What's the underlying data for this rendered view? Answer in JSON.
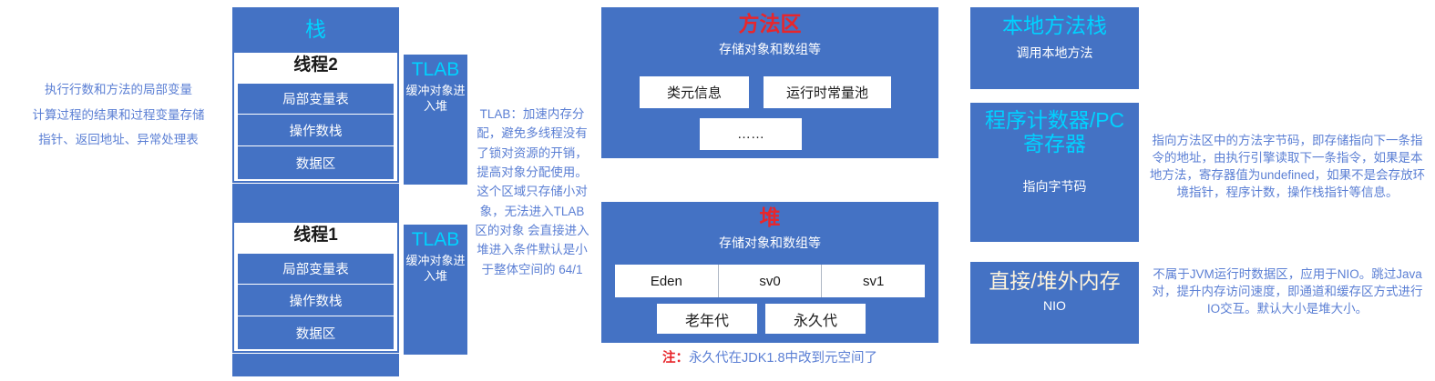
{
  "left_note": {
    "lines": [
      "执行行数和方法的局部变量",
      "计算过程的结果和过程变量存储",
      "指针、返回地址、异常处理表"
    ]
  },
  "stack": {
    "title": "栈",
    "threads": [
      {
        "name": "线程2",
        "frames": [
          "局部变量表",
          "操作数栈",
          "数据区"
        ],
        "tlab": {
          "title": "TLAB",
          "sub": "缓冲对象进入堆"
        }
      },
      {
        "name": "线程1",
        "frames": [
          "局部变量表",
          "操作数栈",
          "数据区"
        ],
        "tlab": {
          "title": "TLAB",
          "sub": "缓冲对象进入堆"
        }
      }
    ]
  },
  "tlab_note": {
    "text": "TLAB：加速内存分配，避免多线程没有了锁对资源的开销，提高对象分配使用。这个区域只存储小对象，无法进入TLAB区的对象 会直接进入堆进入条件默认是小于整体空间的 64/1"
  },
  "method_area": {
    "title": "方法区",
    "subtitle": "存储对象和数组等",
    "chips_row1": [
      "类元信息",
      "运行时常量池"
    ],
    "chips_row2": [
      "……"
    ]
  },
  "heap": {
    "title": "堆",
    "subtitle": "存储对象和数组等",
    "young_gen": [
      "Eden",
      "sv0",
      "sv1"
    ],
    "other_gen": [
      "老年代",
      "永久代"
    ],
    "footnote_label": "注：",
    "footnote_text": "永久代在JDK1.8中改到元空间了"
  },
  "native_stack": {
    "title": "本地方法栈",
    "subtitle": "调用本地方法"
  },
  "pc_register": {
    "title": "程序计数器/PC寄存器",
    "subtitle": "指向字节码"
  },
  "pc_note": {
    "text": "指向方法区中的方法字节码，即存储指向下一条指令的地址，由执行引擎读取下一条指令，如果是本地方法，寄存器值为undefined，如果不是会存放环境指针，程序计数，操作栈指针等信息。"
  },
  "direct_memory": {
    "title": "直接/堆外内存",
    "subtitle": "NIO"
  },
  "direct_note": {
    "text": "不属于JVM运行时数据区，应用于NIO。跳过Java对，提升内存访问速度，即通道和缓存区方式进行IO交互。默认大小是堆大小。"
  },
  "colors": {
    "panel_blue": "#4472C4",
    "title_cyan": "#00D2FF",
    "title_red": "#E8262B",
    "note_blue": "#5B7FD4",
    "title_cream": "#FFF4DC"
  }
}
